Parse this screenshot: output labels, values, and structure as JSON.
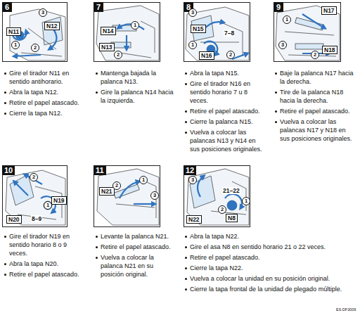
{
  "diagram": {
    "nodes": [
      {
        "text": [
          "6"
        ]
      },
      {
        "text": [
          "N11"
        ],
        "in": 0
      },
      {
        "text": [
          "N12"
        ],
        "in": 0
      },
      {
        "text": [
          "7"
        ]
      },
      {
        "text": [
          "N14"
        ],
        "in": 3
      },
      {
        "text": [
          "N13"
        ],
        "in": 3
      },
      {
        "text": [
          "8"
        ]
      },
      {
        "text": [
          "N15"
        ],
        "in": 6
      },
      {
        "text": [
          "N16"
        ],
        "in": 6
      },
      {
        "text": [
          "9"
        ]
      },
      {
        "text": [
          "N17"
        ],
        "in": 9
      },
      {
        "text": [
          "N18"
        ],
        "in": 9
      },
      {
        "text": [
          "10"
        ]
      },
      {
        "text": [
          "N19"
        ],
        "in": 12
      },
      {
        "text": [
          "N20"
        ],
        "in": 12
      },
      {
        "text": [
          "11"
        ]
      },
      {
        "text": [
          "N21"
        ],
        "in": 15
      },
      {
        "text": [
          "12"
        ]
      },
      {
        "text": [
          "N22"
        ],
        "in": 17
      },
      {
        "text": [
          "N8"
        ],
        "in": 17
      }
    ],
    "labels": [
      "1",
      "2",
      "3",
      "Gire el tirador N11 en sentido antihorario.",
      "Abra la tapa N12.",
      "Retire el papel atascado.",
      "Cierre la tapa N12.",
      "1",
      "2",
      "Mantenga bajada la palanca N13.",
      "Gire la palanca N14 hacia la izquierda.",
      "3",
      "1",
      "2",
      "7–8",
      "Abra la tapa N15.",
      "Gire el tirador N16 en sentido horario 7 u 8 veces.",
      "Retire el papel atascado.",
      "Cierre la palanca N15.",
      "Vuelva a colocar las palancas N13 y N14 en sus posiciones originales.",
      "1",
      "2",
      "3",
      "Baje la palanca N17 hacia la derecha.",
      "Tire de la palanca N18 hacia la derecha.",
      "Retire el papel atascado.",
      "Vuelva a colocar las palancas N17 y N18 en sus posiciones originales.",
      "2",
      "1",
      "8–9",
      "Gire el tirador N19 en sentido horario 8 o 9 veces.",
      "Abra la tapa N20.",
      "Retire el papel atascado.",
      "1",
      "2",
      "3",
      "Levante la palanca N21.",
      "Retire el papel atascado.",
      "Vuelva a colocar la palanca N21 en su posición original.",
      "3",
      "2",
      "1",
      "21–22",
      "Abra la tapa N22.",
      "Gire el asa N8 en sentido horario 21 o 22 veces.",
      "Retire el papel atascado.",
      "Cierre la tapa N22.",
      "Vuelva a colocar la unidad en su posición original.",
      "Cierre la tapa frontal de la unidad de plegado múltiple.",
      "ES DF3009"
    ]
  }
}
